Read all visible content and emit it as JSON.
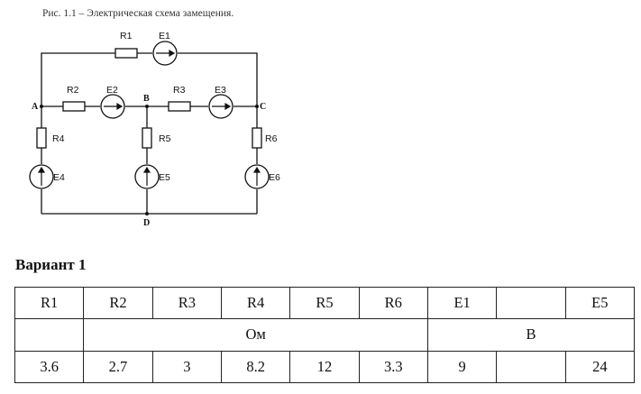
{
  "caption": "Рис. 1.1 – Электрическая схема замещения.",
  "circuit": {
    "labels": {
      "R1": "R1",
      "E1": "E1",
      "R2": "R2",
      "E2": "E2",
      "R3": "R3",
      "E3": "E3",
      "R4": "R4",
      "R5": "R5",
      "R6": "R6",
      "E4": "E4",
      "E5": "E5",
      "E6": "E6"
    },
    "nodes": {
      "A": "A",
      "B": "B",
      "C": "C",
      "D": "D"
    }
  },
  "variant_title": "Вариант 1",
  "table": {
    "headers": [
      "R1",
      "R2",
      "R3",
      "R4",
      "R5",
      "R6",
      "E1",
      "",
      "E5"
    ],
    "units": {
      "resistance": "Ом",
      "voltage": "В"
    },
    "values": [
      "3.6",
      "2.7",
      "3",
      "8.2",
      "12",
      "3.3",
      "9",
      "",
      "24"
    ]
  }
}
